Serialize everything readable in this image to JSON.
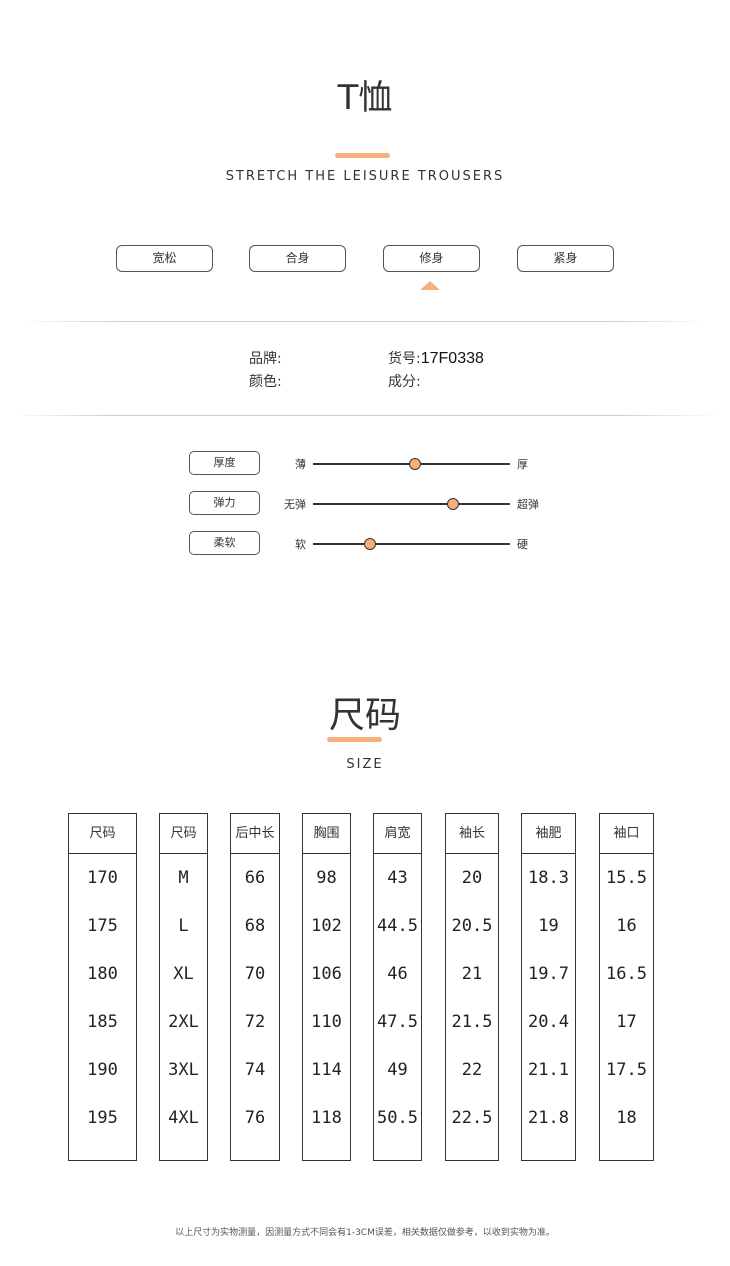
{
  "header": {
    "title": "T恤",
    "subtitle": "STRETCH THE LEISURE TROUSERS"
  },
  "fit": {
    "options": [
      "宽松",
      "合身",
      "修身",
      "紧身"
    ],
    "selected_index": 2
  },
  "info": {
    "brand_label": "品牌:",
    "color_label": "颜色:",
    "sku_label": "货号:",
    "sku_value": "17F0338",
    "material_label": "成分:"
  },
  "attributes": [
    {
      "label": "厚度",
      "left": "薄",
      "right": "厚",
      "value": 0.52
    },
    {
      "label": "弹力",
      "left": "无弹",
      "right": "超弹",
      "value": 0.71
    },
    {
      "label": "柔软",
      "left": "软",
      "right": "硬",
      "value": 0.29
    }
  ],
  "size_section": {
    "title": "尺码",
    "subtitle": "SIZE"
  },
  "size_table": {
    "headers": [
      "尺码",
      "尺码",
      "后中长",
      "胸围",
      "肩宽",
      "袖长",
      "袖肥",
      "袖口"
    ],
    "columns": [
      [
        "170",
        "175",
        "180",
        "185",
        "190",
        "195"
      ],
      [
        "M",
        "L",
        "XL",
        "2XL",
        "3XL",
        "4XL"
      ],
      [
        "66",
        "68",
        "70",
        "72",
        "74",
        "76"
      ],
      [
        "98",
        "102",
        "106",
        "110",
        "114",
        "118"
      ],
      [
        "43",
        "44.5",
        "46",
        "47.5",
        "49",
        "50.5"
      ],
      [
        "20",
        "20.5",
        "21",
        "21.5",
        "22",
        "22.5"
      ],
      [
        "18.3",
        "19",
        "19.7",
        "20.4",
        "21.1",
        "21.8"
      ],
      [
        "15.5",
        "16",
        "16.5",
        "17",
        "17.5",
        "18"
      ]
    ]
  },
  "footnote": "以上尺寸为实物测量，因测量方式不同会有1-3CM误差，相关数据仅做参考，以收到实物为准。",
  "colors": {
    "accent": "#f4b07f"
  }
}
